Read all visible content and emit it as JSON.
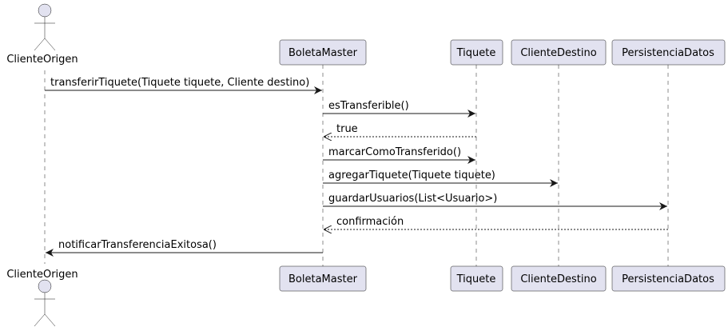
{
  "participants": {
    "cliente_origen": "ClienteOrigen",
    "boleta_master": "BoletaMaster",
    "tiquete": "Tiquete",
    "cliente_destino": "ClienteDestino",
    "persistencia": "PersistenciaDatos"
  },
  "messages": [
    {
      "label": "transferirTiquete(Tiquete tiquete, Cliente destino)",
      "from": "cliente_origen",
      "to": "boleta_master",
      "style": "solid"
    },
    {
      "label": "esTransferible()",
      "from": "boleta_master",
      "to": "tiquete",
      "style": "solid"
    },
    {
      "label": "true",
      "from": "tiquete",
      "to": "boleta_master",
      "style": "dashed"
    },
    {
      "label": "marcarComoTransferido()",
      "from": "boleta_master",
      "to": "tiquete",
      "style": "solid"
    },
    {
      "label": "agregarTiquete(Tiquete tiquete)",
      "from": "boleta_master",
      "to": "cliente_destino",
      "style": "solid"
    },
    {
      "label": "guardarUsuarios(List<Usuario>)",
      "from": "boleta_master",
      "to": "persistencia",
      "style": "solid"
    },
    {
      "label": "confirmación",
      "from": "persistencia",
      "to": "boleta_master",
      "style": "dashed"
    },
    {
      "label": "notificarTransferenciaExitosa()",
      "from": "boleta_master",
      "to": "cliente_origen",
      "style": "solid"
    }
  ],
  "colors": {
    "participant_fill": "#E2E2F0",
    "stroke": "#181818"
  }
}
